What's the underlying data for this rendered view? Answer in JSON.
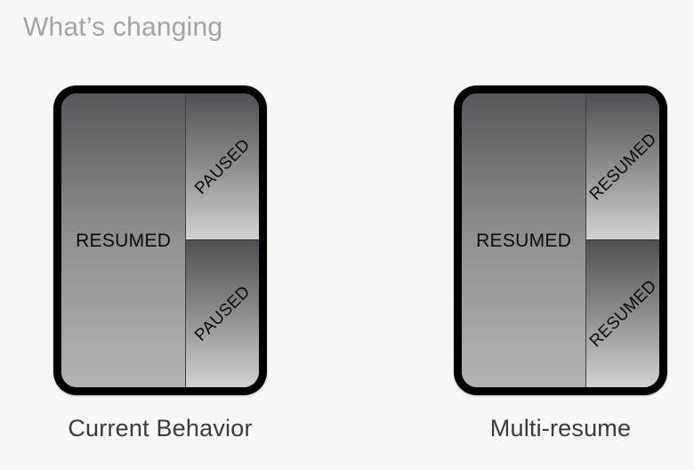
{
  "slide": {
    "title": "What’s changing",
    "background_color": "#f7f7f6",
    "title_color": "#a3a3a3",
    "caption_color": "#3b3b3b",
    "label_color": "#0b0b0b",
    "bezel_color": "#000000"
  },
  "devices": [
    {
      "id": "current-behavior",
      "caption": "Current Behavior",
      "primary_pane": {
        "label": "RESUMED",
        "orientation": "horizontal"
      },
      "secondary_panes": [
        {
          "label": "PAUSED",
          "orientation": "diagonal",
          "rotation_deg": -45,
          "position": "top"
        },
        {
          "label": "PAUSED",
          "orientation": "diagonal",
          "rotation_deg": -45,
          "position": "bottom"
        }
      ]
    },
    {
      "id": "multi-resume",
      "caption": "Multi-resume",
      "primary_pane": {
        "label": "RESUMED",
        "orientation": "horizontal"
      },
      "secondary_panes": [
        {
          "label": "RESUMED",
          "orientation": "diagonal",
          "rotation_deg": -45,
          "position": "top"
        },
        {
          "label": "RESUMED",
          "orientation": "diagonal",
          "rotation_deg": -45,
          "position": "bottom"
        }
      ]
    }
  ]
}
